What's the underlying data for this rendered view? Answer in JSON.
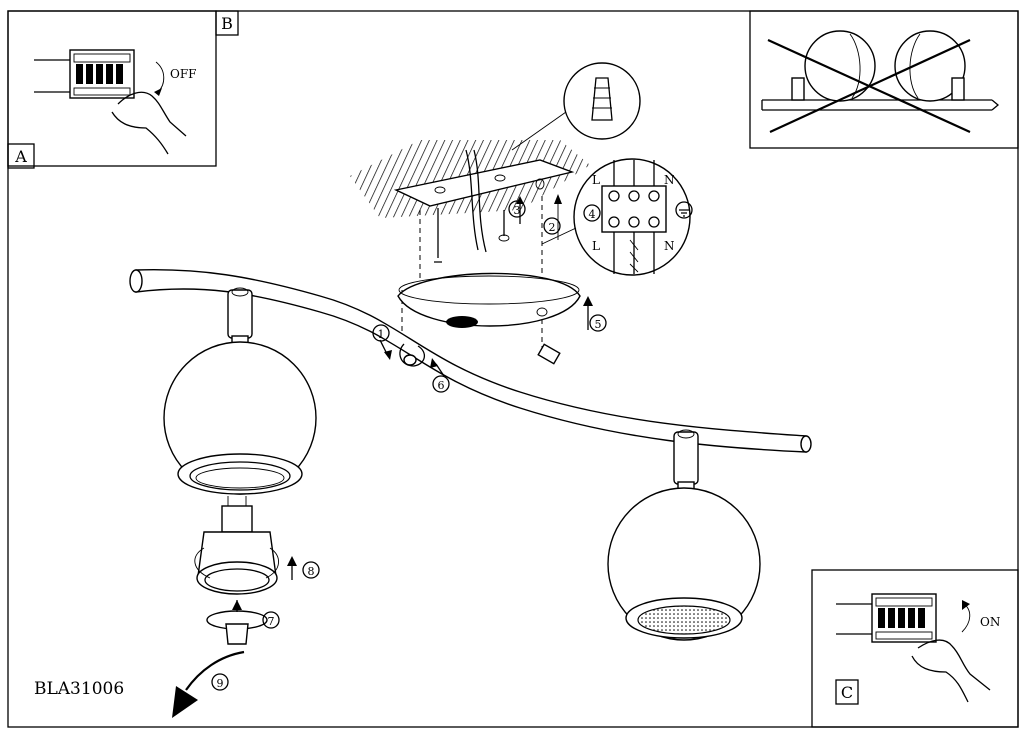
{
  "model_code": "BLA31006",
  "panels": {
    "a": {
      "letter": "A"
    },
    "b": {
      "letter": "B",
      "switch_state": "OFF"
    },
    "c": {
      "letter": "C",
      "switch_state": "ON"
    }
  },
  "wiring": {
    "terminal_top_left": "L",
    "terminal_top_right": "N",
    "terminal_bottom_left": "L",
    "terminal_bottom_right": "N"
  },
  "steps": [
    "1",
    "2",
    "3",
    "4",
    "5",
    "6",
    "7",
    "8",
    "9"
  ]
}
